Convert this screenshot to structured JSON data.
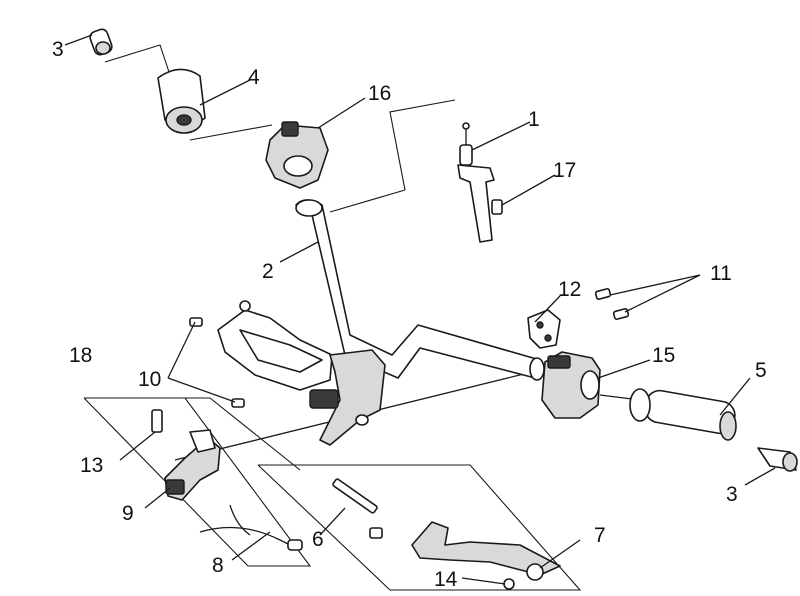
{
  "diagram": {
    "callouts": [
      "1",
      "2",
      "3",
      "3",
      "4",
      "5",
      "6",
      "7",
      "8",
      "9",
      "10",
      "11",
      "12",
      "13",
      "14",
      "15",
      "16",
      "17",
      "18"
    ]
  },
  "colors": {
    "line": "#1a1a1a",
    "part_fill": "#d9d9d9",
    "background": "#ffffff"
  }
}
